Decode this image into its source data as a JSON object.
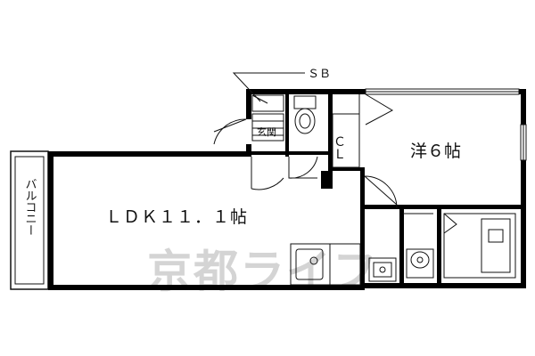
{
  "floorplan": {
    "labels": {
      "sb": "ＳＢ",
      "entrance": "玄関",
      "closet": "ＣＬ",
      "western_room": "洋６帖",
      "ldk": "ＬＤＫ１１．１帖",
      "balcony": "バルコニー"
    },
    "watermark": "京都ライフ",
    "colors": {
      "wall": "#000000",
      "line": "#1a1a1a",
      "watermark": "#cfcfcf"
    }
  }
}
